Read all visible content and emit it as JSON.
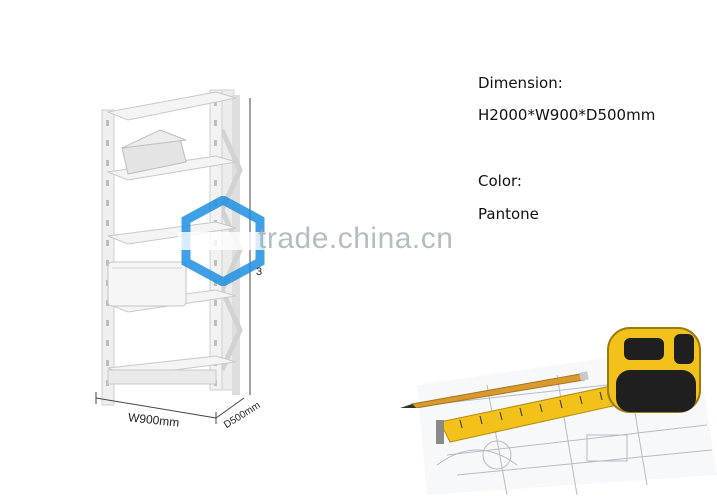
{
  "specs": {
    "dimension_label": "Dimension:",
    "dimension_value": "H2000*W900*D500mm",
    "color_label": "Color:",
    "color_value": "Pantone"
  },
  "shelf_dimensions": {
    "width": "W900mm",
    "depth": "D500mm",
    "height_partial": "3"
  },
  "watermark": {
    "text": "trade.china.cn"
  },
  "colors": {
    "shelf": "#e6e6e6",
    "watermark_blue": "#1e8fe0",
    "tape_yellow": "#f2c21b",
    "tape_black": "#1f1f1f",
    "pencil": "#d89a2c"
  },
  "icons": [
    "shelving-unit-image",
    "tape-measure-image",
    "pencil-image",
    "blueprint-image",
    "watermark-logo-icon"
  ]
}
